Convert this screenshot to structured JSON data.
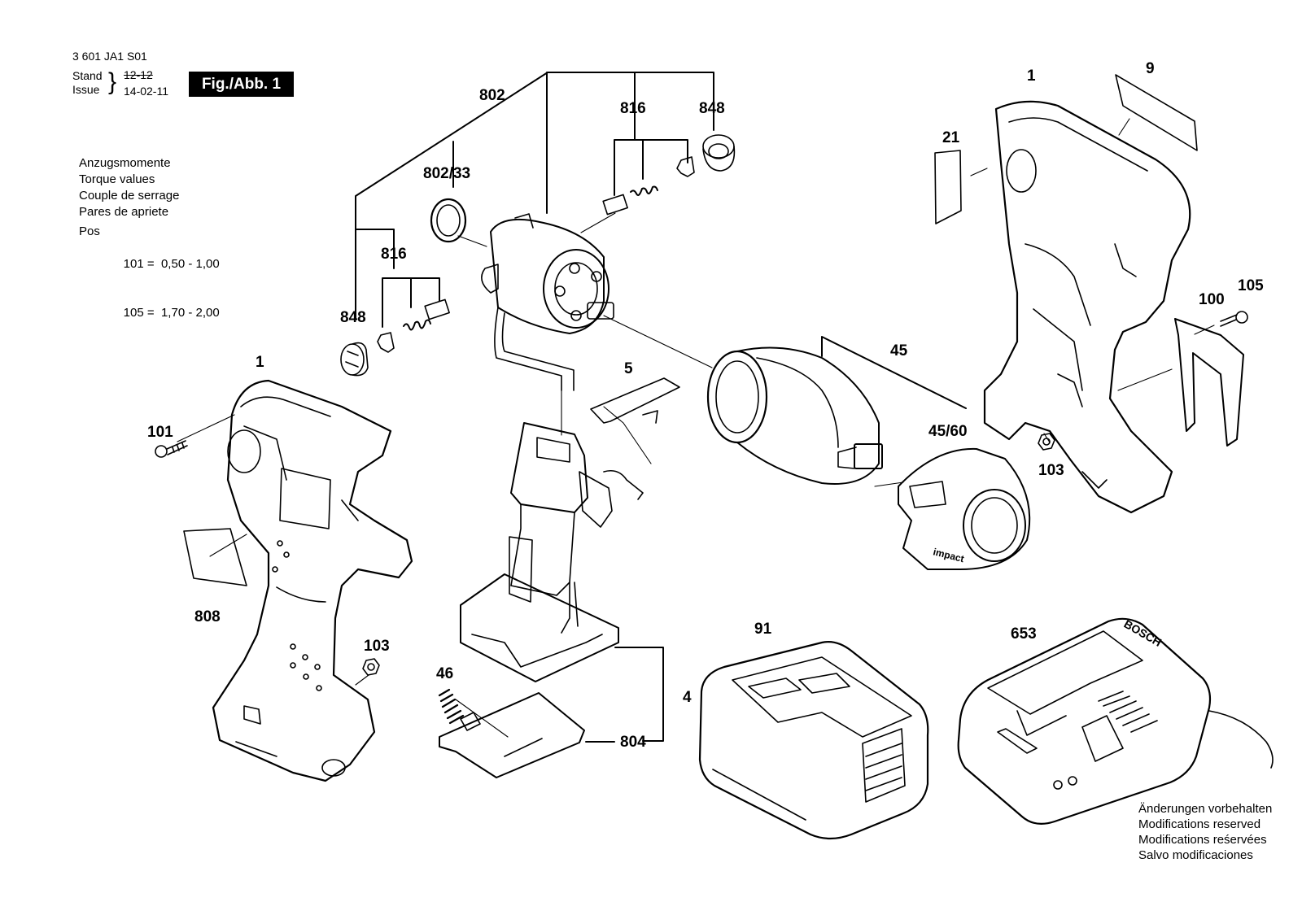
{
  "header": {
    "doc_number": "3 601 JA1 S01",
    "stand_label": "Stand",
    "issue_label": "Issue",
    "stand_date_struck": "12-12",
    "issue_date": "14-02-11",
    "figure_badge": "Fig./Abb. 1"
  },
  "torque": {
    "lines": [
      "Anzugsmomente",
      "Torque values",
      "Couple de serrage",
      "Pares de apriete"
    ],
    "pos_label": "Pos",
    "values": [
      {
        "pos": "101",
        "range": "0,50 - 1,00"
      },
      {
        "pos": "105",
        "range": "1,70 - 2,00"
      }
    ]
  },
  "parts": {
    "p802": "802",
    "p816a": "816",
    "p848a": "848",
    "p802_33": "802/33",
    "p816b": "816",
    "p848b": "848",
    "p1a": "1",
    "p101": "101",
    "p808": "808",
    "p103a": "103",
    "p5": "5",
    "p46": "46",
    "p4": "4",
    "p804": "804",
    "p45": "45",
    "p45_60": "45/60",
    "p91": "91",
    "p653": "653",
    "p1b": "1",
    "p9": "9",
    "p21": "21",
    "p100": "100",
    "p105": "105",
    "p103b": "103"
  },
  "product_text": {
    "impact": "impact",
    "bosch": "BOSCH"
  },
  "footer": {
    "lines": [
      "Änderungen vorbehalten",
      "Modifications reserved",
      "Modifications reśervées",
      "Salvo modificaciones"
    ]
  }
}
